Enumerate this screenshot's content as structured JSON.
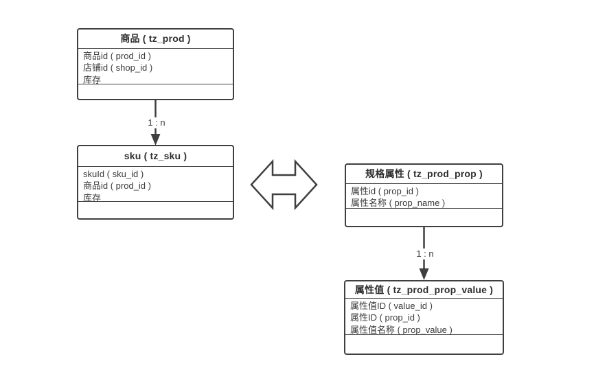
{
  "diagram": {
    "background_color": "#ffffff",
    "line_color": "#3f3f3f",
    "text_color": "#3a3a3a",
    "tables": [
      {
        "id": "prod",
        "title": "商品 ( tz_prod )",
        "fields": [
          "商品id ( prod_id )",
          "店铺id ( shop_id )",
          "库存"
        ]
      },
      {
        "id": "sku",
        "title": "sku ( tz_sku )",
        "fields": [
          "skuId ( sku_id )",
          "商品id ( prod_id )",
          "库存"
        ]
      },
      {
        "id": "prod_prop",
        "title": "规格属性 ( tz_prod_prop )",
        "fields": [
          "属性id ( prop_id )",
          "属性名称 ( prop_name )"
        ]
      },
      {
        "id": "prod_prop_value",
        "title": "属性值 ( tz_prod_prop_value )",
        "fields": [
          "属性值ID ( value_id )",
          "属性ID ( prop_id )",
          "属性值名称 ( prop_value )"
        ]
      }
    ],
    "connectors": [
      {
        "from": "prod",
        "to": "sku",
        "label": "1 : n"
      },
      {
        "from": "prod_prop",
        "to": "prod_prop_value",
        "label": "1 : n"
      }
    ],
    "bidirectional_arrow": {
      "between": [
        "sku",
        "prod_prop"
      ]
    }
  }
}
